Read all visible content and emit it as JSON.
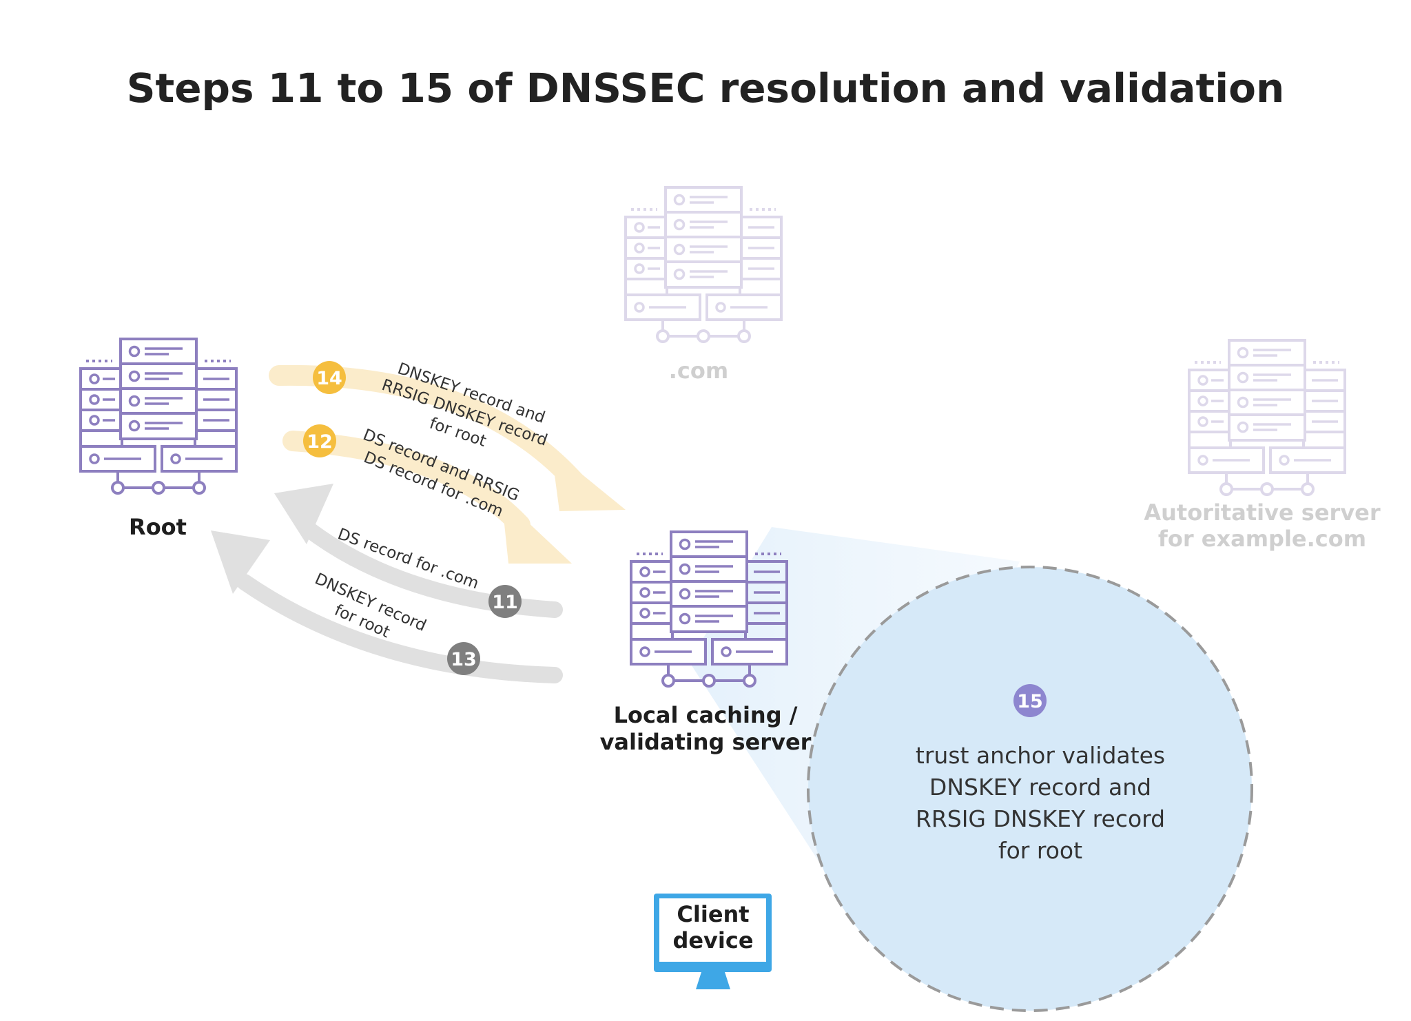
{
  "title": "Steps 11 to 15 of DNSSEC resolution and validation",
  "colors": {
    "server_active": "#8d7fbf",
    "server_faded": "#ddd8ea",
    "arrow_response": "#fbeccb",
    "arrow_request": "#e0e0e0",
    "badge_response": "#f5be3e",
    "badge_request": "#7f7f7f",
    "badge_validation": "#8d86cf",
    "callout_fill": "#d6e9f8",
    "callout_border": "#9a9a9a",
    "client_device": "#3ea7e6"
  },
  "nodes": {
    "root": {
      "label": "Root",
      "icon": "server-stack-icon",
      "state": "active"
    },
    "com": {
      "label": ".com",
      "icon": "server-stack-icon",
      "state": "faded"
    },
    "authoritative": {
      "label_line1": "Autoritative server",
      "label_line2": "for example.com",
      "icon": "server-stack-icon",
      "state": "faded"
    },
    "local": {
      "label_line1": "Local caching /",
      "label_line2": "validating server",
      "icon": "server-stack-icon",
      "state": "active"
    },
    "client": {
      "label_line1": "Client",
      "label_line2": "device",
      "icon": "monitor-icon"
    }
  },
  "steps": [
    {
      "number": "11",
      "direction": "request",
      "lines": [
        "DS record for .com"
      ]
    },
    {
      "number": "12",
      "direction": "response",
      "lines": [
        "DS record and RRSIG",
        "DS record for .com"
      ]
    },
    {
      "number": "13",
      "direction": "request",
      "lines": [
        "DNSKEY record",
        "for root"
      ]
    },
    {
      "number": "14",
      "direction": "response",
      "lines": [
        "DNSKEY record and",
        "RRSIG DNSKEY record",
        "for root"
      ]
    }
  ],
  "validation": {
    "number": "15",
    "lines": [
      "trust anchor validates",
      "DNSKEY record and",
      "RRSIG DNSKEY record",
      "for root"
    ]
  }
}
